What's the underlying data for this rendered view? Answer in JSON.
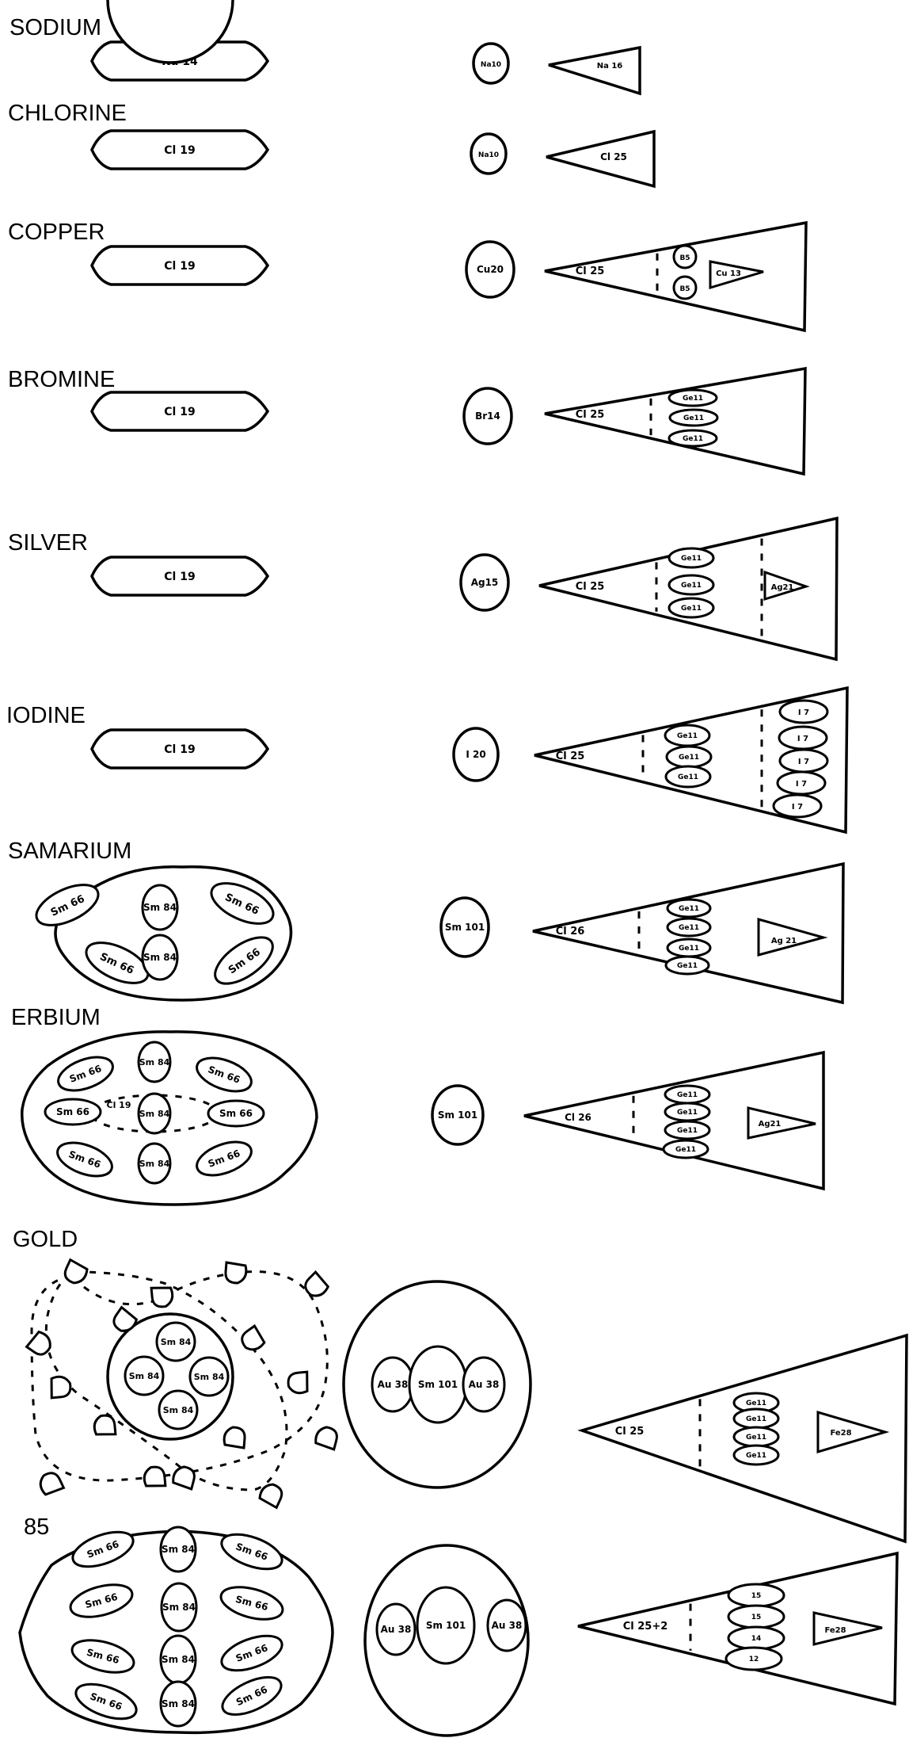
{
  "figure_number": "85",
  "rows": [
    {
      "name": "SODIUM",
      "left": {
        "type": "capsule",
        "label": "Na 14"
      },
      "middle": {
        "type": "circle",
        "label": "Na10"
      },
      "right": {
        "type": "wedge",
        "main_label": "Na 16",
        "sections": []
      }
    },
    {
      "name": "CHLORINE",
      "left": {
        "type": "capsule",
        "label": "Cl 19"
      },
      "middle": {
        "type": "circle",
        "label": "Na10"
      },
      "right": {
        "type": "wedge",
        "main_label": "Cl 25",
        "sections": []
      }
    },
    {
      "name": "COPPER",
      "left": {
        "type": "capsule",
        "label": "Cl 19"
      },
      "middle": {
        "type": "circle",
        "label": "Cu20"
      },
      "right": {
        "type": "wedge",
        "main_label": "Cl 25",
        "circles": [
          "B5",
          "B5"
        ],
        "inner_triangle": "Cu 13"
      }
    },
    {
      "name": "BROMINE",
      "left": {
        "type": "capsule",
        "label": "Cl 19"
      },
      "middle": {
        "type": "circle",
        "label": "Br14"
      },
      "right": {
        "type": "wedge",
        "main_label": "Cl 25",
        "ovals": [
          "Ge11",
          "Ge11",
          "Ge11"
        ]
      }
    },
    {
      "name": "SILVER",
      "left": {
        "type": "capsule",
        "label": "Cl 19"
      },
      "middle": {
        "type": "circle",
        "label": "Ag15"
      },
      "right": {
        "type": "wedge",
        "main_label": "Cl 25",
        "ovals": [
          "Ge11",
          "Ge11",
          "Ge11"
        ],
        "inner_triangle": "Ag21"
      }
    },
    {
      "name": "IODINE",
      "left": {
        "type": "capsule",
        "label": "Cl 19"
      },
      "middle": {
        "type": "circle",
        "label": "I 20"
      },
      "right": {
        "type": "wedge",
        "main_label": "Cl 25",
        "ovals": [
          "Ge11",
          "Ge11",
          "Ge11"
        ],
        "ovals2": [
          "I 7",
          "I 7",
          "I 7",
          "I 7",
          "I 7"
        ]
      }
    },
    {
      "name": "SAMARIUM",
      "left": {
        "type": "cluster",
        "labels": [
          "Sm 66",
          "Sm 84",
          "Sm 66",
          "Sm 66",
          "Sm 84",
          "Sm 66"
        ]
      },
      "middle": {
        "type": "circle",
        "label": "Sm 101"
      },
      "right": {
        "type": "wedge",
        "main_label": "Cl 26",
        "ovals": [
          "Ge11",
          "Ge11",
          "Ge11",
          "Ge11"
        ],
        "inner_triangle": "Ag 21"
      }
    },
    {
      "name": "ERBIUM",
      "left": {
        "type": "cluster",
        "labels": [
          "Sm 66",
          "Sm 84",
          "Sm 66",
          "Sm 66",
          "Cl 19",
          "Sm 84",
          "Sm 66",
          "Sm 66",
          "Sm 84",
          "Sm 66"
        ]
      },
      "middle": {
        "type": "circle",
        "label": "Sm 101"
      },
      "right": {
        "type": "wedge",
        "main_label": "Cl 26",
        "ovals": [
          "Ge11",
          "Ge11",
          "Ge11",
          "Ge11"
        ],
        "inner_triangle": "Ag21"
      }
    },
    {
      "name": "GOLD",
      "left": {
        "type": "orbit",
        "labels": [
          "Sm 84",
          "Sm 84",
          "Sm 84",
          "Sm 84"
        ]
      },
      "middle": {
        "type": "big-circle",
        "labels": [
          "Au 38",
          "Sm 101",
          "Au 38"
        ]
      },
      "right": {
        "type": "wedge",
        "main_label": "Cl 25",
        "ovals": [
          "Ge11",
          "Ge11",
          "Ge11",
          "Ge11"
        ],
        "inner_triangle": "Fe28"
      }
    },
    {
      "name": "",
      "left": {
        "type": "cluster",
        "labels": [
          "Sm 66",
          "Sm 84",
          "Sm 66",
          "Sm 66",
          "Sm 84",
          "Sm 66",
          "Sm 66",
          "Sm 84",
          "Sm 66",
          "Sm 66",
          "Sm 84",
          "Sm 66"
        ]
      },
      "middle": {
        "type": "big-circle",
        "labels": [
          "Au 38",
          "Sm 101",
          "Au 38"
        ]
      },
      "right": {
        "type": "wedge",
        "main_label": "Cl 25+2",
        "ovals": [
          "15",
          "15",
          "14",
          "12"
        ],
        "inner_triangle": "Fe28"
      }
    }
  ]
}
